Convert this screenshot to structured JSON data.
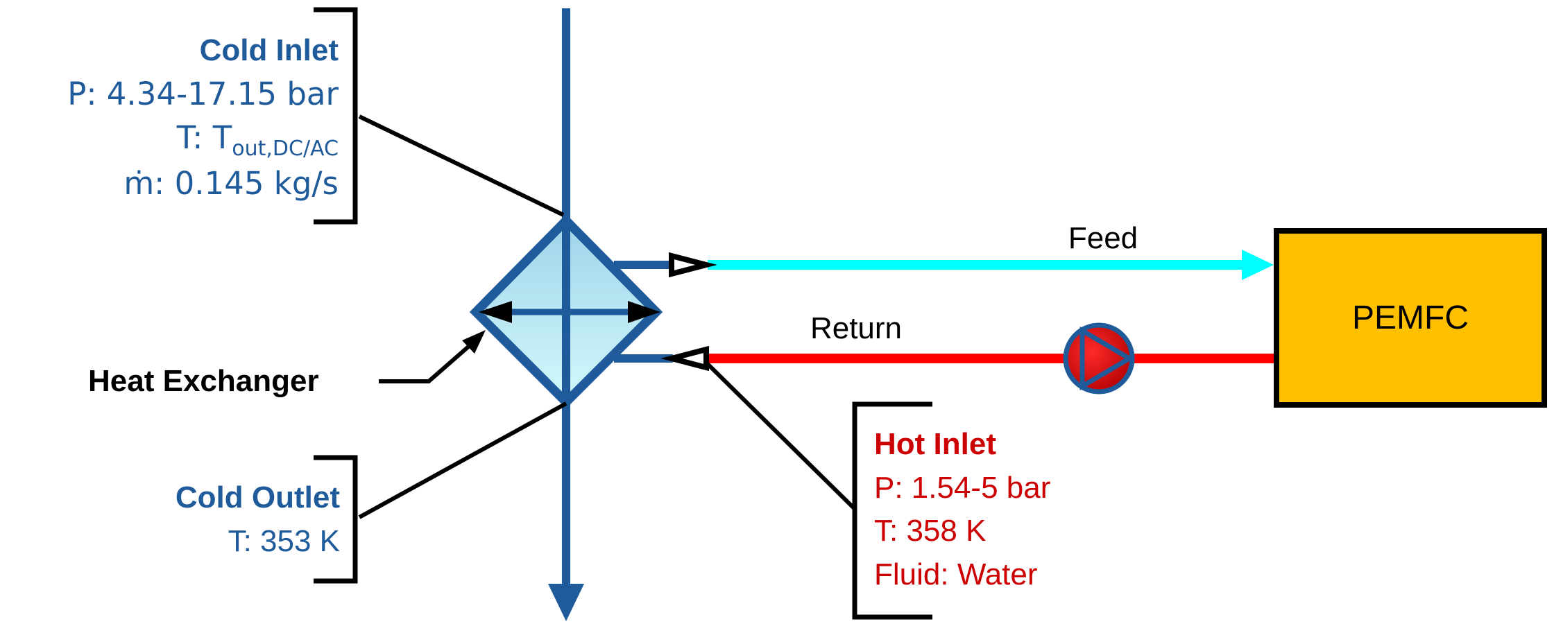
{
  "colors": {
    "cold": "#1f5a9a",
    "hot": "#cc0000",
    "feed": "#00ffff",
    "return": "#ff0000",
    "pemfc_fill": "#ffc000",
    "hx_fill_top": "#9fd4ea",
    "hx_fill_bottom": "#cff6fb",
    "black": "#000000"
  },
  "cold_inlet": {
    "title": "Cold Inlet",
    "pressure": "P: 4.34-17.15 bar",
    "temperature_prefix": "T: T",
    "temperature_subscript": "out,DC/AC",
    "mass_flow": "ṁ: 0.145 kg/s"
  },
  "cold_outlet": {
    "title": "Cold Outlet",
    "temperature": "T: 353 K"
  },
  "hot_inlet": {
    "title": "Hot Inlet",
    "pressure": "P: 1.54-5 bar",
    "temperature": "T: 358 K",
    "fluid": "Fluid: Water"
  },
  "heat_exchanger": {
    "label": "Heat Exchanger"
  },
  "feed_line": {
    "label": "Feed"
  },
  "return_line": {
    "label": "Return"
  },
  "pemfc": {
    "label": "PEMFC"
  },
  "icons": {
    "pump": "pump-icon"
  }
}
